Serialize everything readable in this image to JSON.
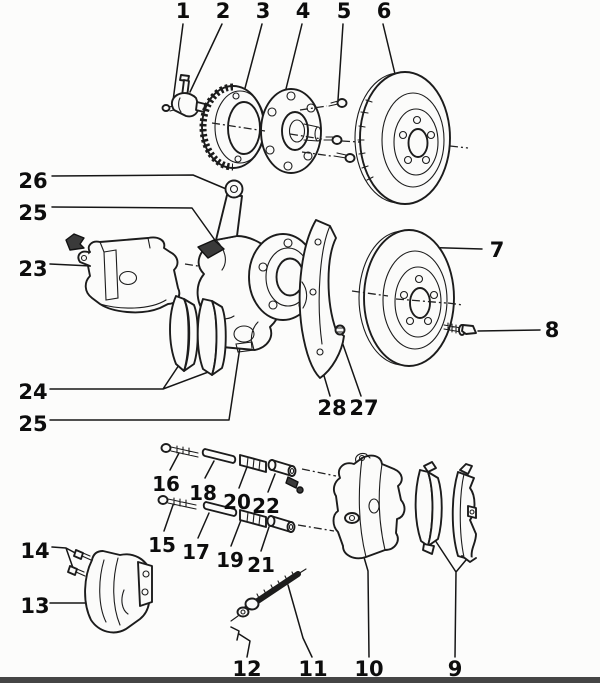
{
  "figure": {
    "type": "exploded-parts-diagram",
    "colors": {
      "ink": "#1c1c1c",
      "paper": "#fcfcfb",
      "bottom_border": "#454545"
    }
  },
  "callouts": {
    "c1": "1",
    "c2": "2",
    "c3": "3",
    "c4": "4",
    "c5": "5",
    "c6": "6",
    "c7": "7",
    "c8": "8",
    "c9": "9",
    "c10": "10",
    "c11": "11",
    "c12": "12",
    "c13": "13",
    "c14": "14",
    "c15": "15",
    "c16": "16",
    "c17": "17",
    "c18": "18",
    "c19": "19",
    "c20": "20",
    "c21": "21",
    "c22": "22",
    "c23": "23",
    "c24": "24",
    "c25a": "25",
    "c25b": "25",
    "c26": "26",
    "c27": "27",
    "c28": "28"
  }
}
